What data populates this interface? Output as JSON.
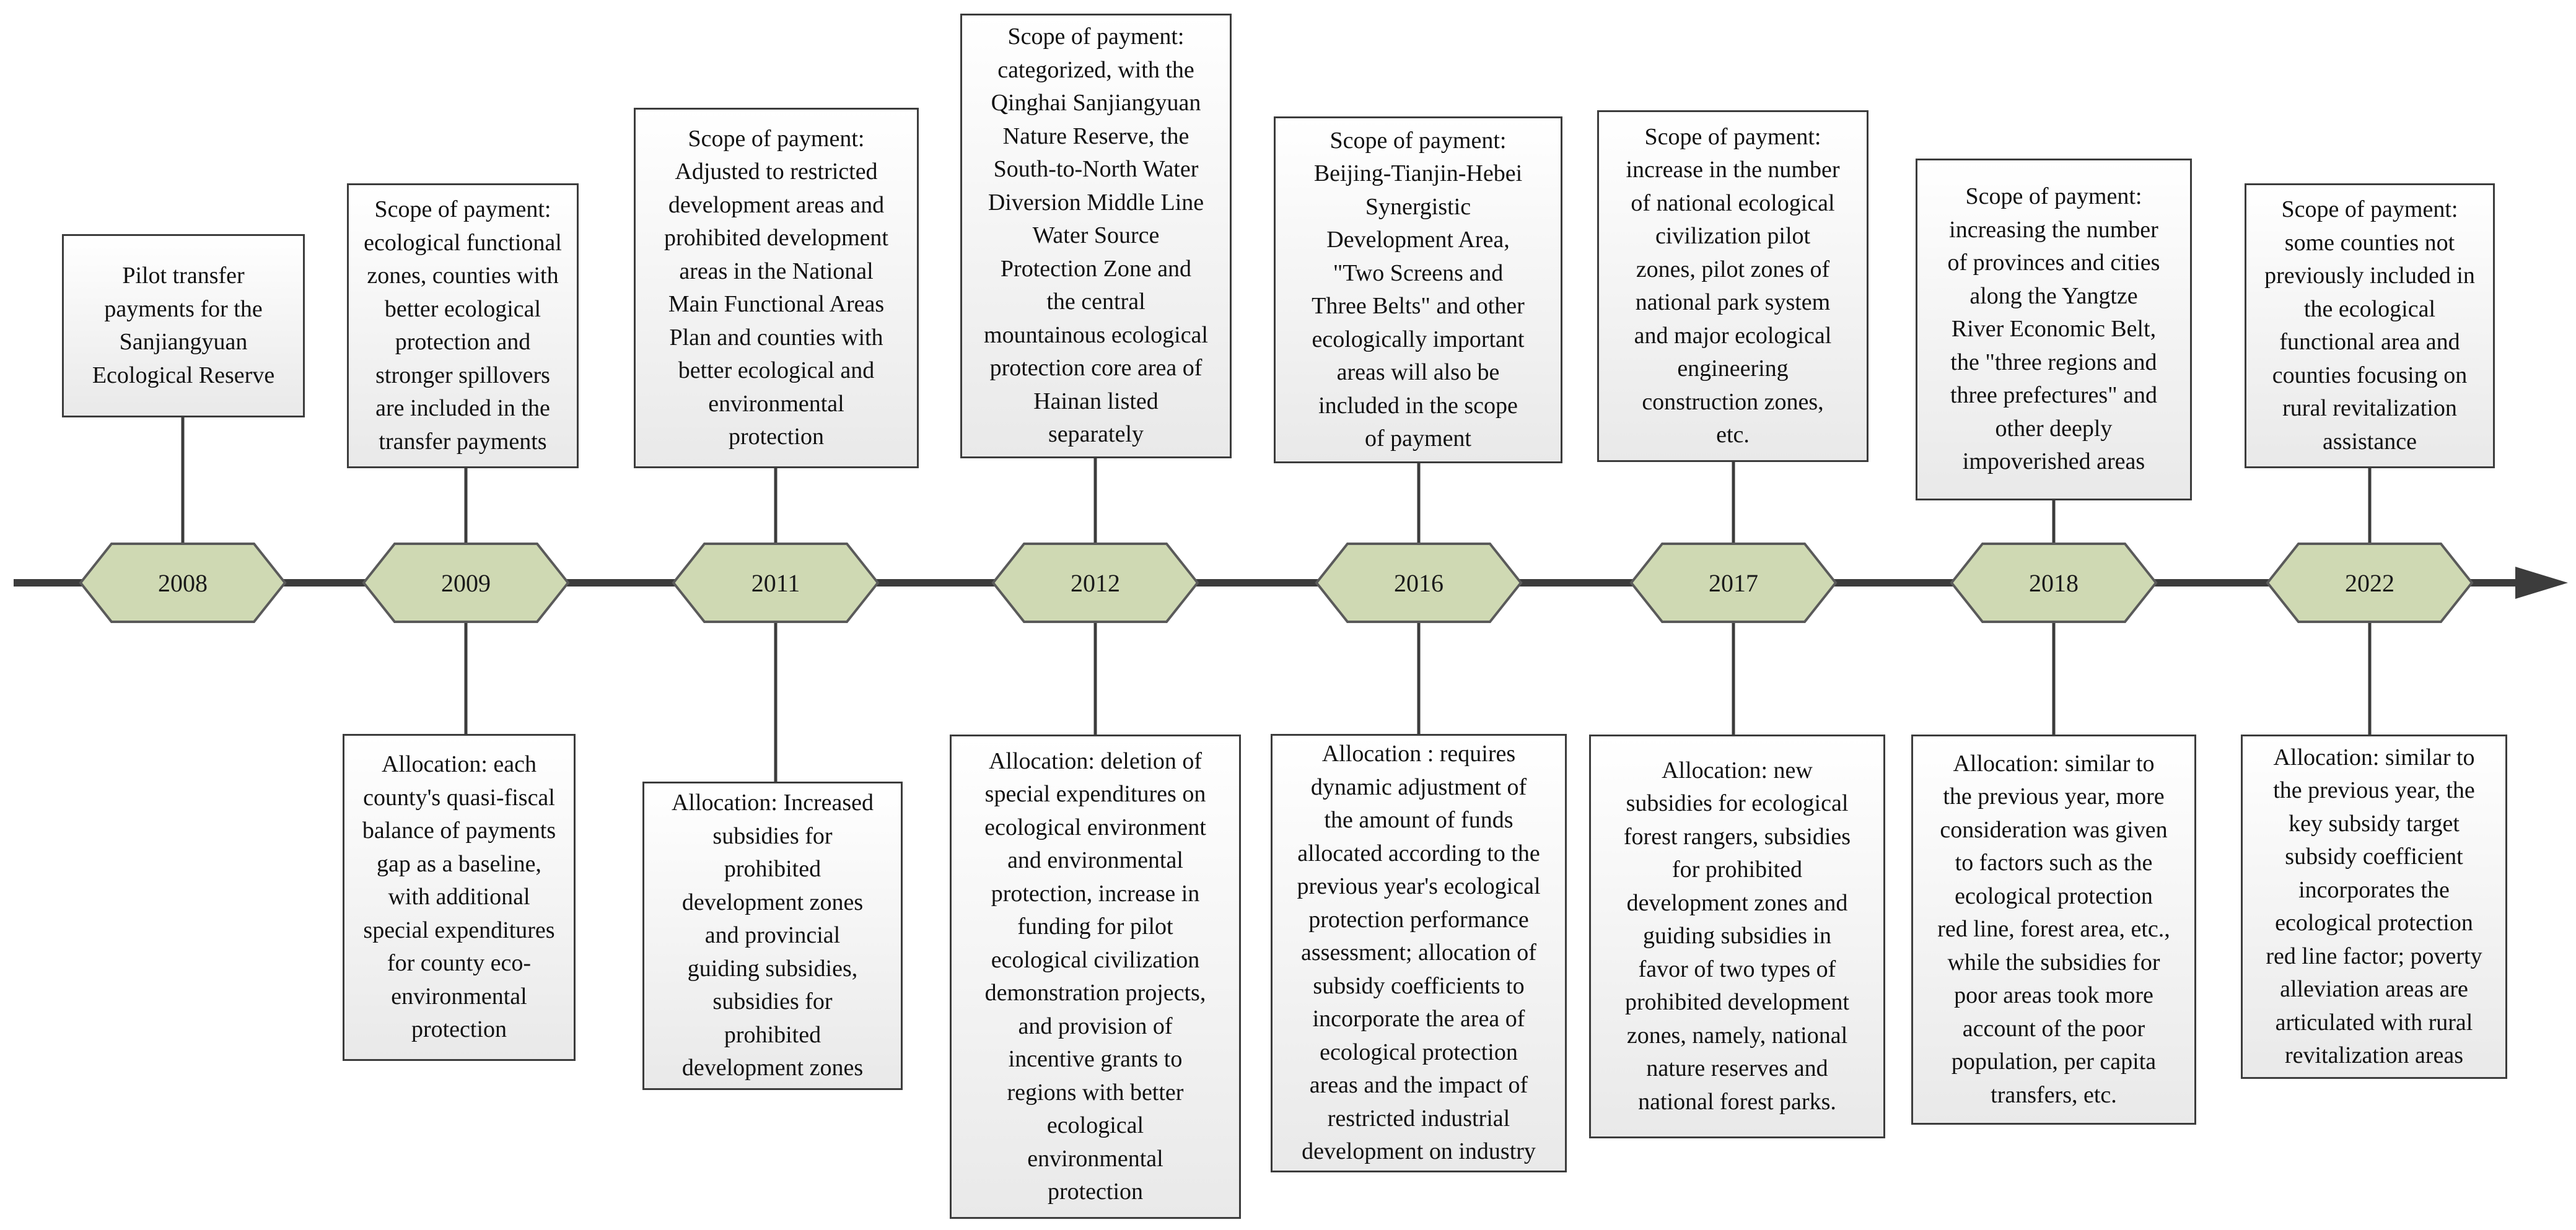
{
  "colors": {
    "spine": "#3c3c3c",
    "hex_fill": "#cfd9b3",
    "hex_stroke": "#5a5a5a",
    "box_border": "#3c3c3c"
  },
  "timeline": [
    {
      "year": "2008",
      "top": "Pilot transfer\npayments for the\nSanjiangyuan\nEcological Reserve",
      "bottom": ""
    },
    {
      "year": "2009",
      "top": "Scope of payment:\necological functional\nzones, counties with\nbetter ecological\nprotection and\nstronger spillovers\nare included in the\ntransfer payments",
      "bottom": "Allocation: each\ncounty's quasi-fiscal\nbalance of payments\ngap as a baseline,\nwith additional\nspecial expenditures\nfor county eco-\nenvironmental\nprotection"
    },
    {
      "year": "2011",
      "top": "Scope of payment:\nAdjusted to restricted\ndevelopment areas and\nprohibited development\nareas in the National\nMain Functional Areas\nPlan and counties with\nbetter ecological and\nenvironmental\nprotection",
      "bottom": "Allocation: Increased\nsubsidies for\nprohibited\ndevelopment zones\nand provincial\nguiding subsidies,\nsubsidies for\nprohibited\ndevelopment zones"
    },
    {
      "year": "2012",
      "top": "Scope of payment:\ncategorized, with the\nQinghai Sanjiangyuan\nNature Reserve, the\nSouth-to-North Water\nDiversion Middle Line\nWater Source\nProtection Zone and\nthe central\nmountainous ecological\nprotection core area of\nHainan listed\nseparately",
      "bottom": "Allocation: deletion of\nspecial expenditures on\necological environment\nand environmental\nprotection, increase in\nfunding for pilot\necological civilization\ndemonstration projects,\nand provision of\nincentive grants to\nregions with better\necological\nenvironmental\nprotection"
    },
    {
      "year": "2016",
      "top": "Scope of payment:\nBeijing-Tianjin-Hebei\nSynergistic\nDevelopment Area,\n\"Two Screens and\nThree Belts\" and other\necologically important\nareas will also be\nincluded in the scope\nof payment",
      "bottom": "Allocation : requires\ndynamic adjustment of\nthe amount of funds\nallocated according to the\nprevious year's ecological\nprotection performance\nassessment; allocation of\nsubsidy coefficients to\nincorporate the area of\necological protection\nareas and the impact of\nrestricted industrial\ndevelopment on industry"
    },
    {
      "year": "2017",
      "top": "Scope of payment:\nincrease in the number\nof national ecological\ncivilization pilot\nzones, pilot zones of\nnational park system\nand major ecological\nengineering\nconstruction zones,\netc.",
      "bottom": "Allocation: new\nsubsidies for ecological\nforest rangers, subsidies\nfor prohibited\ndevelopment zones and\nguiding subsidies in\nfavor of two types of\nprohibited development\nzones, namely, national\nnature reserves and\nnational forest parks."
    },
    {
      "year": "2018",
      "top": "Scope of payment:\nincreasing the number\nof provinces and cities\nalong the Yangtze\nRiver Economic Belt,\nthe \"three regions and\nthree prefectures\" and\nother deeply\nimpoverished areas",
      "bottom": "Allocation: similar to\nthe previous year, more\nconsideration was given\nto factors such as the\necological protection\nred line, forest area, etc.,\nwhile the subsidies for\npoor areas took more\naccount of the poor\npopulation, per capita\ntransfers, etc."
    },
    {
      "year": "2022",
      "top": "Scope of payment:\nsome counties not\npreviously included in\nthe ecological\nfunctional area and\ncounties focusing on\nrural revitalization\nassistance",
      "bottom": "Allocation: similar to\nthe previous year, the\nkey subsidy target\nsubsidy coefficient\nincorporates the\necological protection\nred line factor; poverty\nalleviation areas are\narticulated with rural\nrevitalization areas"
    }
  ]
}
